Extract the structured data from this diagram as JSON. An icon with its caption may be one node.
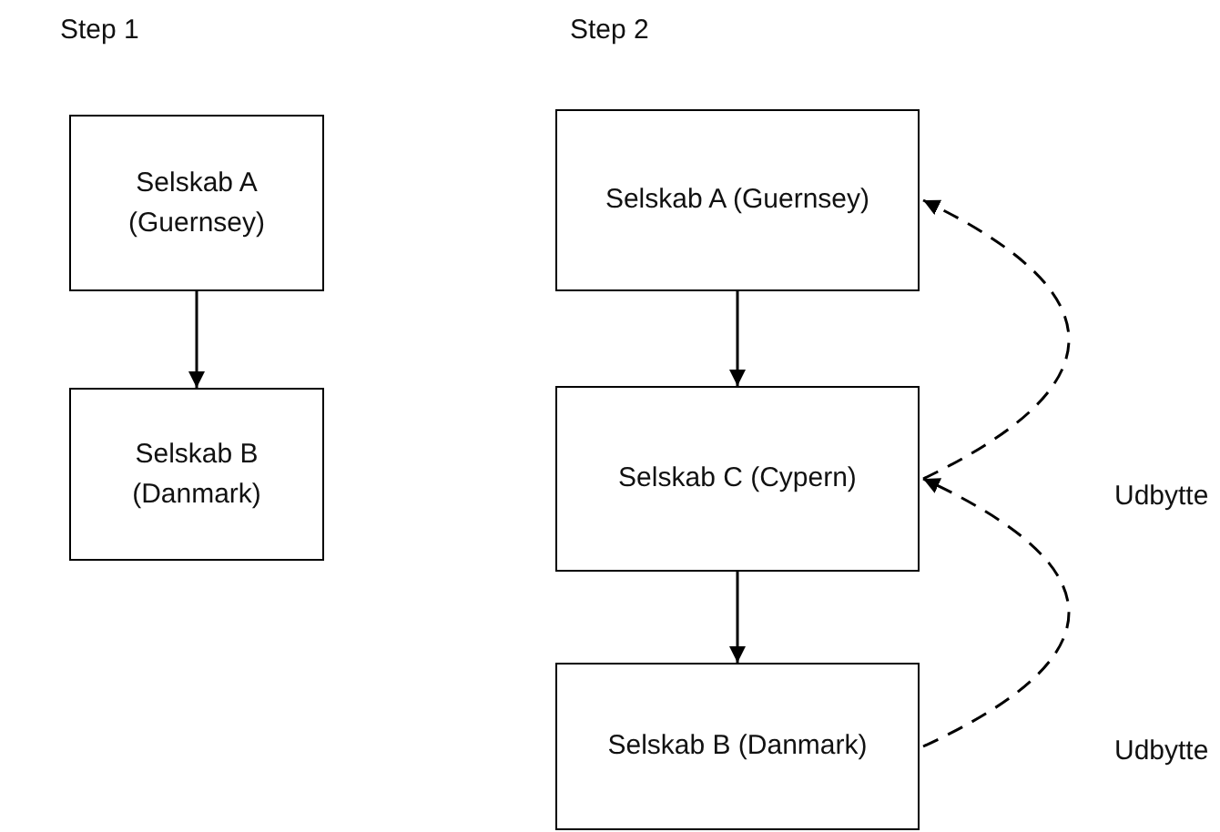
{
  "diagram": {
    "nodes": [
      {
        "text": [
          "Selskab A (Guernsey)"
        ]
      },
      {
        "text": [
          "Selskab B (Danmark)"
        ]
      },
      {
        "text": [
          "Selskab A (Guernsey)"
        ]
      },
      {
        "text": [
          "Selskab C (Cypern)"
        ]
      },
      {
        "text": [
          "Selskab B (Danmark)"
        ]
      }
    ],
    "edges": [
      {
        "from": 0,
        "to": 1,
        "arrow": "to"
      },
      {
        "from": 2,
        "to": 3,
        "arrow": "to"
      },
      {
        "from": 3,
        "to": 4,
        "arrow": "to"
      },
      {
        "from": 3,
        "to": 2,
        "arrow": "to",
        "style": "dashed",
        "label": "Udbytte"
      },
      {
        "from": 4,
        "to": 3,
        "arrow": "to",
        "style": "dashed",
        "label": "Udbytte"
      }
    ],
    "labels": [
      "Step 1",
      "Step 2"
    ]
  }
}
